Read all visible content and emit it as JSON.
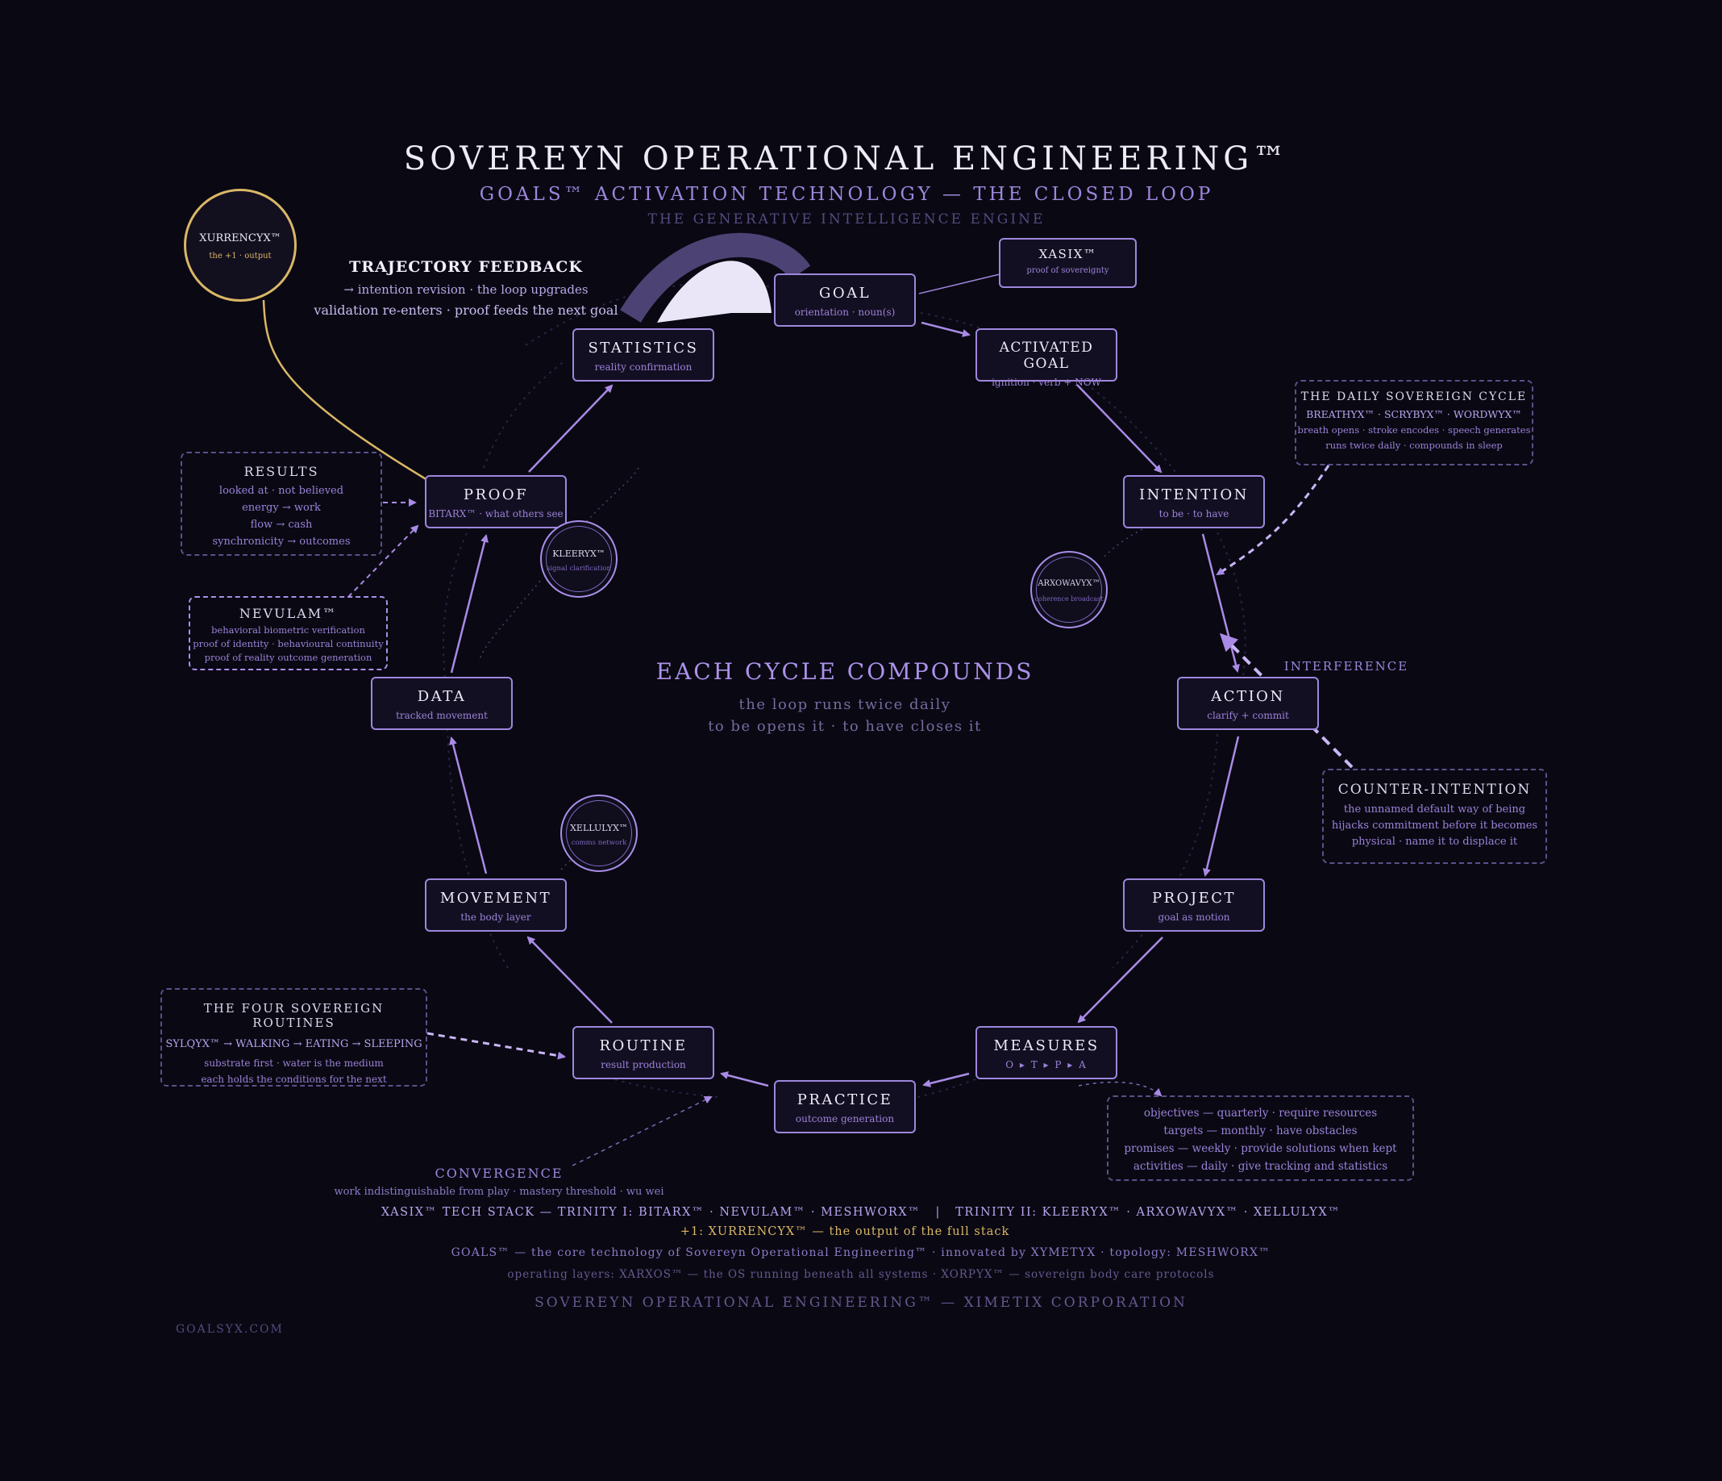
{
  "title": "SOVEREYN OPERATIONAL ENGINEERING™",
  "subtitle": "GOALS™ ACTIVATION TECHNOLOGY — THE CLOSED LOOP",
  "tagline": "THE GENERATIVE INTELLIGENCE ENGINE",
  "colors": {
    "background": "#0a0813",
    "accent": "#9d87dd",
    "gold": "#d9b766",
    "node_fill": "#130f22",
    "text": "#eeeaf8"
  },
  "nodes": [
    {
      "id": "goal",
      "title": "GOAL",
      "subtitle": "orientation · noun(s)"
    },
    {
      "id": "activated-goal",
      "title": "ACTIVATED GOAL",
      "subtitle": "ignition · verb + NOW"
    },
    {
      "id": "intention",
      "title": "INTENTION",
      "subtitle": "to be · to have"
    },
    {
      "id": "action",
      "title": "ACTION",
      "subtitle": "clarify + commit"
    },
    {
      "id": "project",
      "title": "PROJECT",
      "subtitle": "goal as motion"
    },
    {
      "id": "measures",
      "title": "MEASURES",
      "subtitle": "O ▸ T ▸ P ▸ A"
    },
    {
      "id": "practice",
      "title": "PRACTICE",
      "subtitle": "outcome generation"
    },
    {
      "id": "routine",
      "title": "ROUTINE",
      "subtitle": "result production"
    },
    {
      "id": "movement",
      "title": "MOVEMENT",
      "subtitle": "the body layer"
    },
    {
      "id": "data",
      "title": "DATA",
      "subtitle": "tracked movement"
    },
    {
      "id": "proof",
      "title": "PROOF",
      "subtitle": "BITARX™ · what others see"
    },
    {
      "id": "statistics",
      "title": "STATISTICS",
      "subtitle": "reality confirmation"
    }
  ],
  "xasix": {
    "title": "XASIX™",
    "subtitle": "proof of sovereignty"
  },
  "xurrencyx": {
    "name": "XURRENCYX™",
    "sub": "the +1 · output"
  },
  "trajectory": {
    "title": "TRAJECTORY FEEDBACK",
    "line1": "→ intention revision · the loop upgrades",
    "line2": "validation re-enters · proof feeds the next goal"
  },
  "center": {
    "title": "EACH CYCLE COMPOUNDS",
    "line1": "the loop runs twice daily",
    "line2": "to be opens it · to have closes it"
  },
  "results": {
    "title": "RESULTS",
    "lines": [
      "looked at · not believed",
      "energy → work",
      "flow → cash",
      "synchronicity → outcomes"
    ]
  },
  "nevulam": {
    "title": "NEVULAM™",
    "lines": [
      "behavioral biometric verification",
      "proof of identity · behavioural continuity",
      "proof of reality outcome generation"
    ]
  },
  "daily_cycle": {
    "title": "THE DAILY SOVEREIGN CYCLE",
    "line1": "BREATHYX™ · SCRYBYX™ · WORDWYX™",
    "line2": "breath opens · stroke encodes · speech generates",
    "line3": "runs twice daily · compounds in sleep"
  },
  "interference": "INTERFERENCE",
  "counter": {
    "title": "COUNTER-INTENTION",
    "lines": [
      "the unnamed default way of being",
      "hijacks commitment before it becomes",
      "physical · name it to displace it"
    ]
  },
  "routines": {
    "title": "THE FOUR SOVEREIGN ROUTINES",
    "line1": "SYLQYX™ → WALKING → EATING → SLEEPING",
    "line2": "substrate first · water is the medium",
    "line3": "each holds the conditions for the next"
  },
  "measures_detail": [
    "objectives — quarterly · require resources",
    "targets — monthly · have obstacles",
    "promises — weekly · provide solutions when kept",
    "activities — daily · give tracking and statistics"
  ],
  "convergence": {
    "title": "CONVERGENCE",
    "sub": "work indistinguishable from play · mastery threshold · wu wei"
  },
  "circles": [
    {
      "name": "KLEERYX™",
      "sub": "signal clarification"
    },
    {
      "name": "ARXOWAVYX™",
      "sub": "coherence broadcast"
    },
    {
      "name": "XELLULYX™",
      "sub": "comms network"
    }
  ],
  "footer": {
    "stack": "XASIX™ TECH STACK — TRINITY I: BITARX™ · NEVULAM™ · MESHWORX™   |   TRINITY II: KLEERYX™ · ARXOWAVYX™ · XELLULYX™",
    "plus": "+1: XURRENCYX™ — the output of the full stack",
    "core": "GOALS™ — the core technology of Sovereyn Operational Engineering™ · innovated by XYMETYX · topology: MESHWORX™",
    "layers": "operating layers: XARXOS™ — the OS running beneath all systems · XORPYX™ — sovereign body care protocols",
    "corp": "SOVEREYN OPERATIONAL ENGINEERING™ — XIMETIX CORPORATION",
    "site": "GOALSYX.COM"
  }
}
